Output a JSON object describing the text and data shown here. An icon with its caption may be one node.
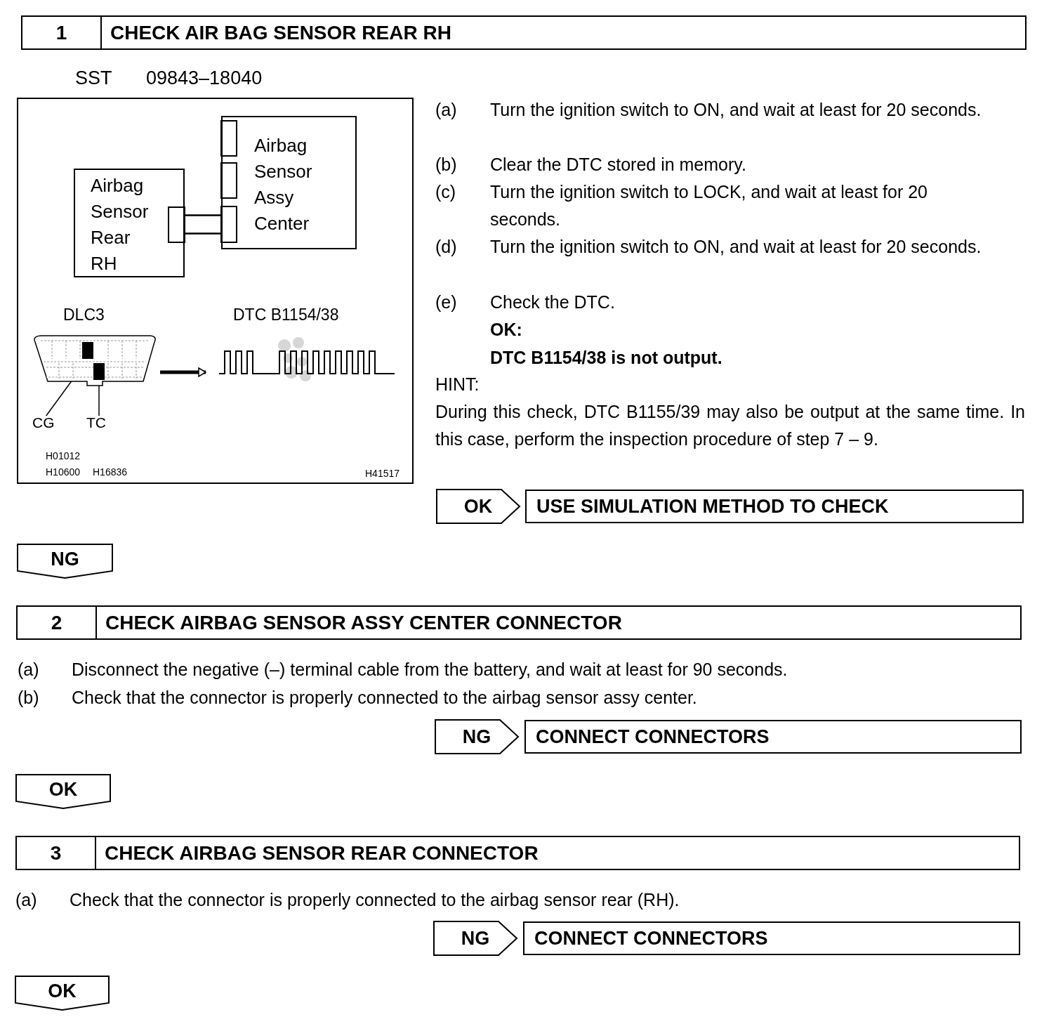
{
  "diagram": {
    "nodes": [
      {
        "text": [
          "1",
          "CHECK AIR BAG SENSOR REAR RH"
        ]
      },
      {
        "text": [
          "Airbag Sensor Rear RH"
        ]
      },
      {
        "text": [
          "Airbag Sensor Assy Center"
        ]
      },
      {
        "text": [
          "DLC3"
        ]
      },
      {
        "text": [
          "CG"
        ]
      },
      {
        "text": [
          "TC"
        ]
      },
      {
        "text": [],
        "shape": "box",
        "in": 3
      },
      {
        "text": [],
        "shape": "box",
        "in": 3
      },
      {
        "text": [
          "DTC B1154/38"
        ]
      },
      {
        "text": [
          "OK"
        ]
      },
      {
        "text": [
          "USE SIMULATION METHOD TO CHECK"
        ]
      },
      {
        "text": [
          "NG"
        ]
      },
      {
        "text": [
          "2",
          "CHECK AIRBAG SENSOR ASSY CENTER CONNECTOR"
        ]
      },
      {
        "text": [
          "NG"
        ]
      },
      {
        "text": [
          "CONNECT CONNECTORS"
        ]
      },
      {
        "text": [
          "OK"
        ]
      },
      {
        "text": [
          "3",
          "CHECK AIRBAG SENSOR REAR CONNECTOR"
        ]
      },
      {
        "text": [
          "NG"
        ]
      },
      {
        "text": [
          "CONNECT CONNECTORS"
        ]
      },
      {
        "text": [
          "OK"
        ]
      }
    ],
    "edges": [
      {
        "from": 1,
        "to": 2,
        "arrow": "none"
      },
      {
        "from": 4,
        "to": 6,
        "arrow": "none"
      },
      {
        "from": 5,
        "to": 7,
        "arrow": "none"
      },
      {
        "from": 3,
        "to": 8,
        "arrow": "to",
        "style": "thick"
      }
    ],
    "labels": [
      "SST",
      "09843–18040",
      "H01012",
      "H10600",
      "H16836",
      "H41517",
      "(a)",
      "Turn the ignition switch to ON, and wait at least for 20 seconds.",
      "(b)",
      "Clear the DTC stored in memory.",
      "(c)",
      "Turn the ignition switch to LOCK, and wait at least for 20 seconds.",
      "(d)",
      "Turn the ignition switch to ON, and wait at least for 20 seconds.",
      "(e)",
      "Check the DTC.",
      "OK:",
      "DTC B1154/38 is not output.",
      "HINT:",
      "During this check, DTC B1155/39 may also be output at the same time. In this case, perform the inspection procedure of step 7 – 9.",
      "(a)",
      "Disconnect the negative (–) terminal cable from the battery, and wait at least for 90 seconds.",
      "(b)",
      "Check that the connector is properly connected to the airbag sensor assy center.",
      "(a)",
      "Check that the connector is properly connected to the airbag sensor rear (RH)."
    ]
  }
}
